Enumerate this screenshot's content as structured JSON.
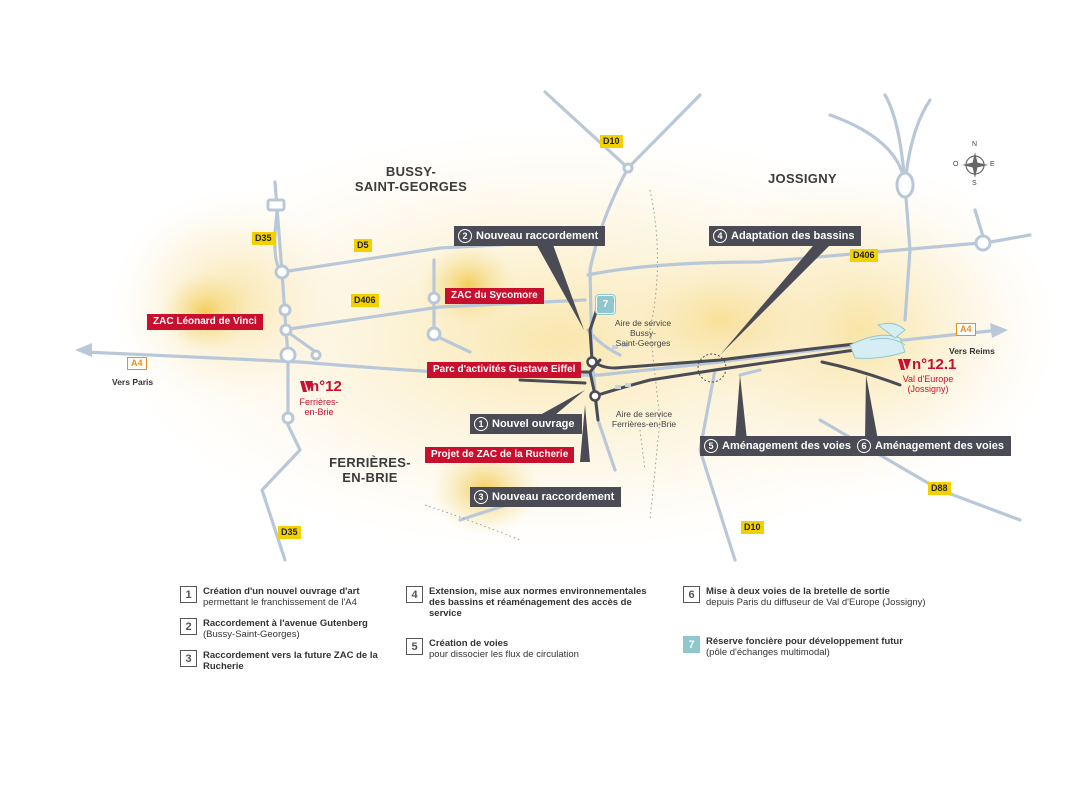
{
  "towns": {
    "bussy": "BUSSY-\nSAINT-GEORGES",
    "jossigny": "JOSSIGNY",
    "ferrieres": "FERRIÈRES-\nEN-BRIE"
  },
  "roads": {
    "d10_top": "D10",
    "d35_top": "D35",
    "d5": "D5",
    "d406_left": "D406",
    "d406_right": "D406",
    "d88": "D88",
    "d10_bottom": "D10",
    "d35_bottom": "D35",
    "a4_left": "A4",
    "a4_right": "A4"
  },
  "directions": {
    "paris": "Vers Paris",
    "reims": "Vers Reims"
  },
  "zac": {
    "leonard": "ZAC Léonard de Vinci",
    "sycomore": "ZAC du Sycomore",
    "eiffel": "Parc d'activités Gustave Eiffel",
    "rucherie": "Projet de ZAC de la Rucherie"
  },
  "callouts": [
    {
      "num": "2",
      "label": "Nouveau raccordement"
    },
    {
      "num": "4",
      "label": "Adaptation des bassins"
    },
    {
      "num": "1",
      "label": "Nouvel ouvrage"
    },
    {
      "num": "3",
      "label": "Nouveau raccordement"
    },
    {
      "num": "5",
      "label": "Aménagement des voies"
    },
    {
      "num": "6",
      "label": "Aménagement des voies"
    }
  ],
  "service_areas": {
    "bussy": "Aire de service\nBussy-\nSaint-Georges",
    "ferrieres": "Aire de service\nFerrières-en-Brie"
  },
  "reserve_marker": "7",
  "exits": {
    "n12": {
      "num": "n°12",
      "sub": "Ferrières-\nen-Brie"
    },
    "n121": {
      "num": "n°12.1",
      "sub": "Val d'Europe\n(Jossigny)"
    }
  },
  "compass": {
    "n": "N",
    "s": "S",
    "e": "E",
    "o": "O"
  },
  "legend": [
    {
      "num": "1",
      "bold": "Création d'un nouvel ouvrage d'art",
      "text": "permettant le franchissement de l'A4"
    },
    {
      "num": "2",
      "bold": "Raccordement à l'avenue Gutenberg",
      "text": "(Bussy-Saint-Georges)"
    },
    {
      "num": "3",
      "bold": "Raccordement vers la future ZAC de la Rucherie",
      "text": ""
    },
    {
      "num": "4",
      "bold": "Extension, mise aux normes environnementales des bassins et réaménagement des accès de service",
      "text": ""
    },
    {
      "num": "5",
      "bold": "Création de voies",
      "text": "pour dissocier les flux de circulation"
    },
    {
      "num": "6",
      "bold": "Mise à deux voies de la bretelle de sortie",
      "text": "depuis Paris du diffuseur de Val d'Europe (Jossigny)"
    },
    {
      "num": "7",
      "bold": "Réserve foncière pour développement futur",
      "text": "(pôle d'échanges multimodal)"
    }
  ],
  "colors": {
    "road_light": "#b9c8d8",
    "road_dark": "#4a4b55",
    "zac_red": "#c8102e",
    "highlight_yellow": "#f6dc7a",
    "reserve_teal": "#8ec8cc",
    "route_yellow": "#f3d100",
    "a4_orange": "#e8901b"
  }
}
